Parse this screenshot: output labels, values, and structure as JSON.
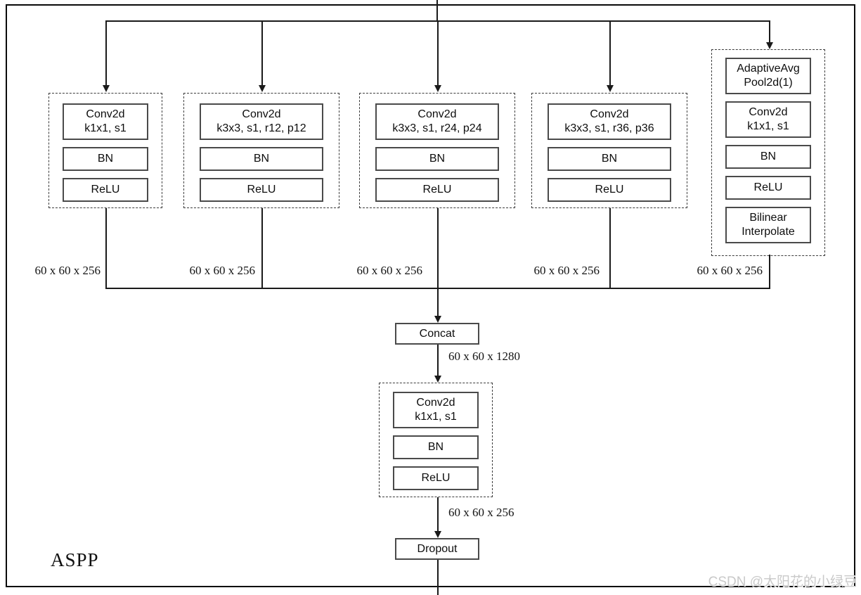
{
  "diagram_title": "ASPP",
  "watermark": "CSDN @太阳花的小绿豆",
  "branches": [
    {
      "output_dim": "60 x 60 x 256",
      "blocks": [
        {
          "line1": "Conv2d",
          "line2": "k1x1, s1"
        },
        {
          "line1": "BN"
        },
        {
          "line1": "ReLU"
        }
      ]
    },
    {
      "output_dim": "60 x 60 x 256",
      "blocks": [
        {
          "line1": "Conv2d",
          "line2": "k3x3, s1, r12, p12"
        },
        {
          "line1": "BN"
        },
        {
          "line1": "ReLU"
        }
      ]
    },
    {
      "output_dim": "60 x 60 x 256",
      "blocks": [
        {
          "line1": "Conv2d",
          "line2": "k3x3, s1, r24, p24"
        },
        {
          "line1": "BN"
        },
        {
          "line1": "ReLU"
        }
      ]
    },
    {
      "output_dim": "60 x 60 x 256",
      "blocks": [
        {
          "line1": "Conv2d",
          "line2": "k3x3, s1, r36, p36"
        },
        {
          "line1": "BN"
        },
        {
          "line1": "ReLU"
        }
      ]
    },
    {
      "output_dim": "60 x 60 x 256",
      "blocks": [
        {
          "line1": "AdaptiveAvg",
          "line2": "Pool2d(1)"
        },
        {
          "line1": "Conv2d",
          "line2": "k1x1, s1"
        },
        {
          "line1": "BN"
        },
        {
          "line1": "ReLU"
        },
        {
          "line1": "Bilinear",
          "line2": "Interpolate"
        }
      ]
    }
  ],
  "concat": {
    "label": "Concat",
    "output_dim": "60 x 60 x 1280"
  },
  "projection": {
    "output_dim": "60 x 60 x 256",
    "blocks": [
      {
        "line1": "Conv2d",
        "line2": "k1x1, s1"
      },
      {
        "line1": "BN"
      },
      {
        "line1": "ReLU"
      }
    ]
  },
  "dropout": {
    "label": "Dropout"
  }
}
